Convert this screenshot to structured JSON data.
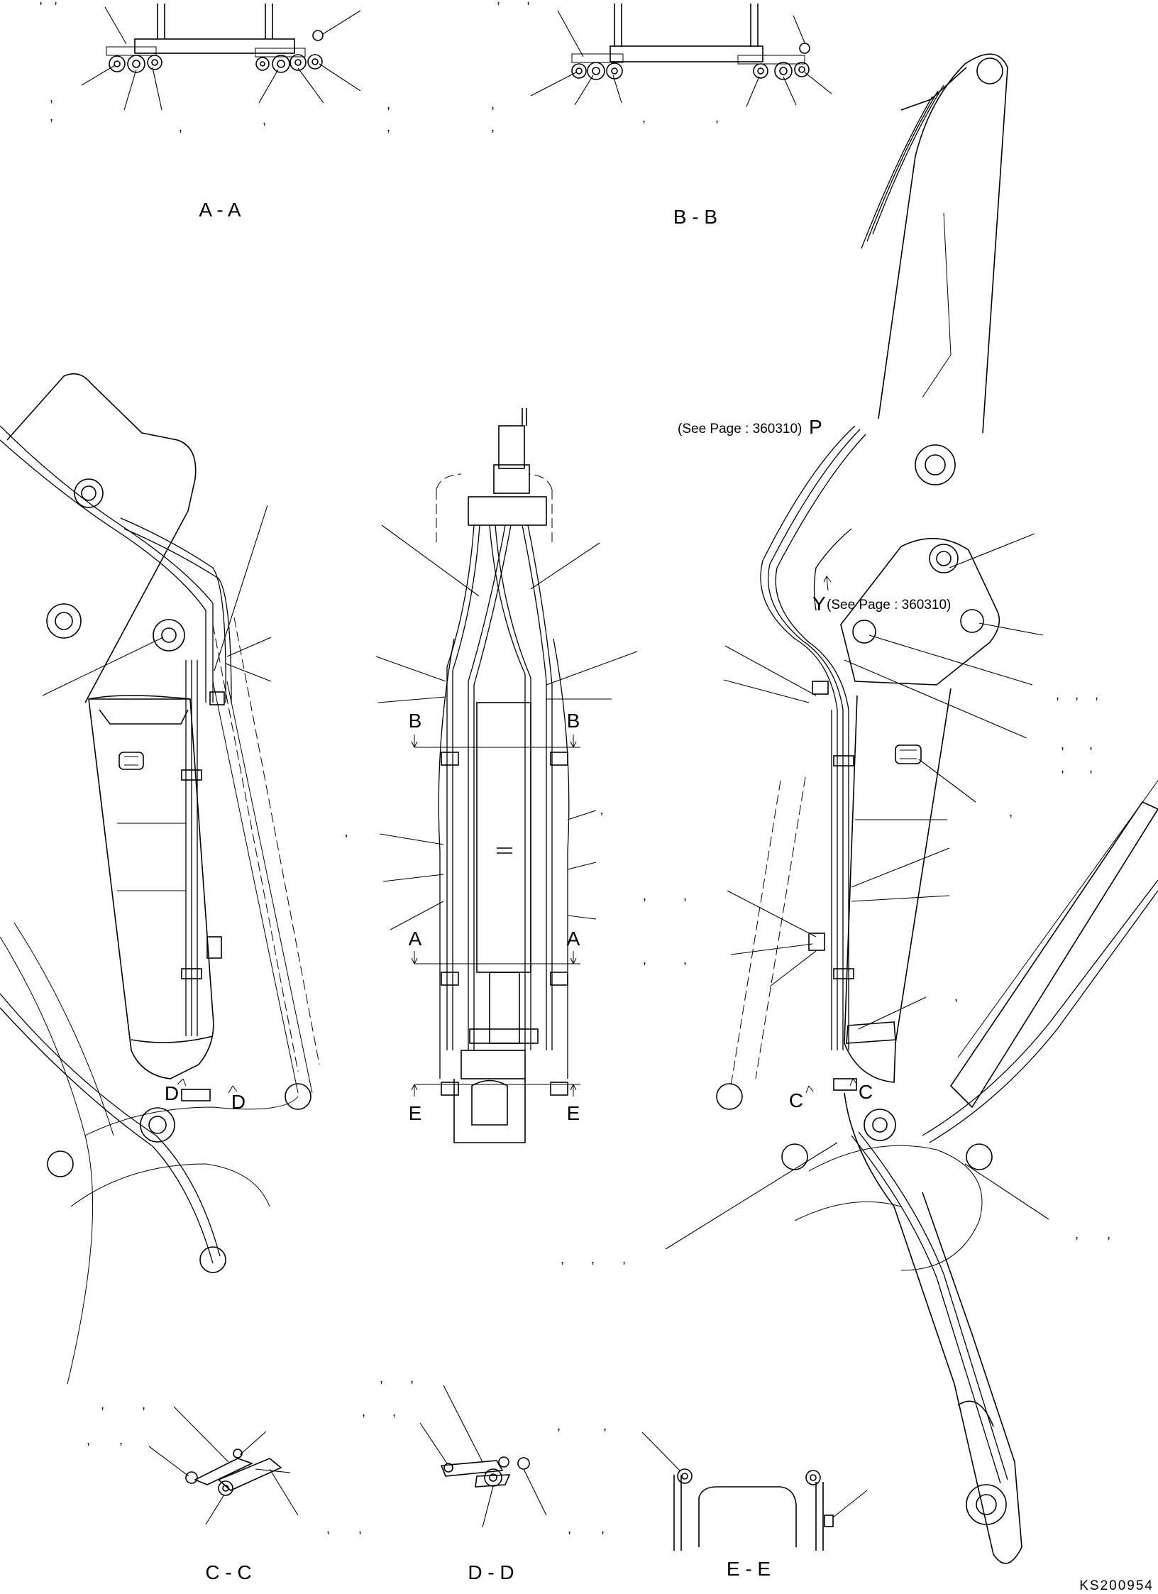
{
  "sections": {
    "aa": "A - A",
    "bb": "B - B",
    "cc": "C - C",
    "dd": "D - D",
    "ee": "E - E"
  },
  "cut_letters": {
    "a": "A",
    "b": "B",
    "c": "C",
    "d": "D",
    "e": "E"
  },
  "references": {
    "p_note": "(See Page : 360310)",
    "p_mark": "P",
    "y_mark": "Y",
    "y_note": "(See Page : 360310)"
  },
  "comma": ",",
  "drawing_code": "KS200954"
}
